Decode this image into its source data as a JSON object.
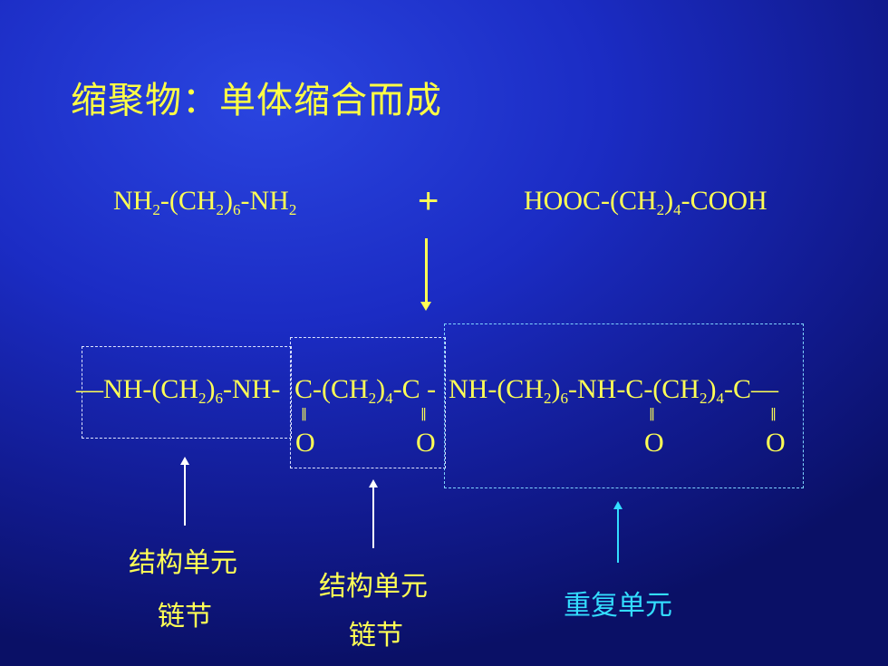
{
  "title": "缩聚物：单体缩合而成",
  "monomer_left": {
    "p1": "NH",
    "s1": "2",
    "p2": "-(CH",
    "s2": "2",
    "p3": ")",
    "s3": "6",
    "p4": "-NH",
    "s4": "2"
  },
  "plus": "+",
  "monomer_right": {
    "p1": "HOOC-(CH",
    "s1": "2",
    "p2": ")",
    "s2": "4",
    "p3": "-COOH"
  },
  "chain": {
    "seg1": {
      "p1": "—NH-(CH",
      "s1": "2",
      "p2": ")",
      "s2": "6",
      "p3": "-NH-"
    },
    "seg2": {
      "p1": "C-(CH",
      "s1": "2",
      "p2": ")",
      "s2": "4",
      "p3": "-C -"
    },
    "seg3": {
      "p1": "NH-(CH",
      "s1": "2",
      "p2": ")",
      "s2": "6",
      "p3": "-NH-C-(CH",
      "s3": "2",
      "p4": ")",
      "s4": "4",
      "p5": "-C—"
    },
    "double_bond": "‖",
    "oxygen": "O"
  },
  "labels": {
    "unit1_top": "结构单元",
    "unit1_bottom": "链节",
    "unit2_top": "结构单元",
    "unit2_bottom": "链节",
    "repeat_unit": "重复单元"
  }
}
